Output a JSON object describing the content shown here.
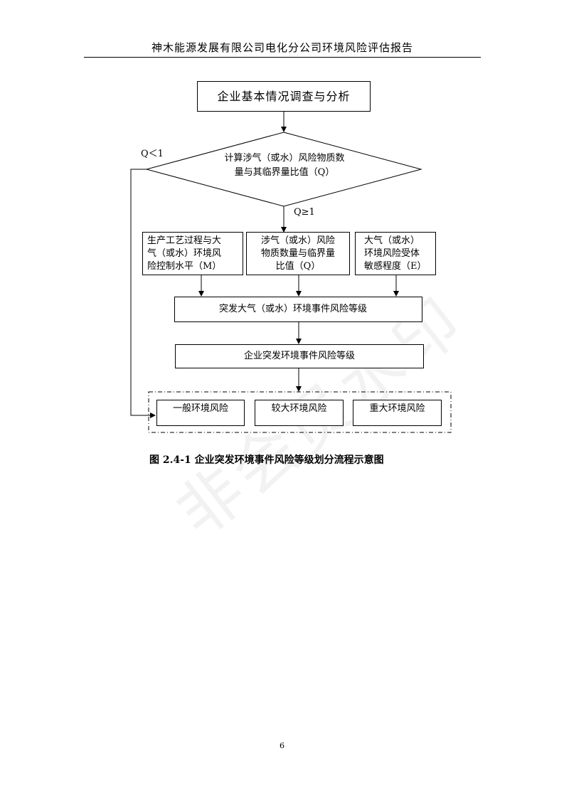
{
  "header": {
    "title": "神木能源发展有限公司电化分公司环境风险评估报告"
  },
  "flowchart": {
    "start": "企业基本情况调查与分析",
    "decision_line1": "计算涉气（或水）风险物质数",
    "decision_line2": "量与其临界量比值（Q）",
    "branch_lt": "Q＜1",
    "branch_ge": "Q≥1",
    "factor_m_line1": "生产工艺过程与大",
    "factor_m_line2": "气（或水）环境风",
    "factor_m_line3": "险控制水平（M）",
    "factor_q_line1": "涉气（或水）风险",
    "factor_q_line2": "物质数量与临界量",
    "factor_q_line3": "比值（Q）",
    "factor_e_line1": "大气（或水）",
    "factor_e_line2": "环境风险受体",
    "factor_e_line3": "敏感程度（E）",
    "sudden_level": "突发大气（或水）环境事件风险等级",
    "enterprise_level": "企业突发环境事件风险等级",
    "level_general": "一般环境风险",
    "level_larger": "较大环境风险",
    "level_major": "重大环境风险"
  },
  "caption": "图 2.4-1  企业突发环境事件风险等级划分流程示意图",
  "page_number": "6",
  "watermark": "非会员水印"
}
